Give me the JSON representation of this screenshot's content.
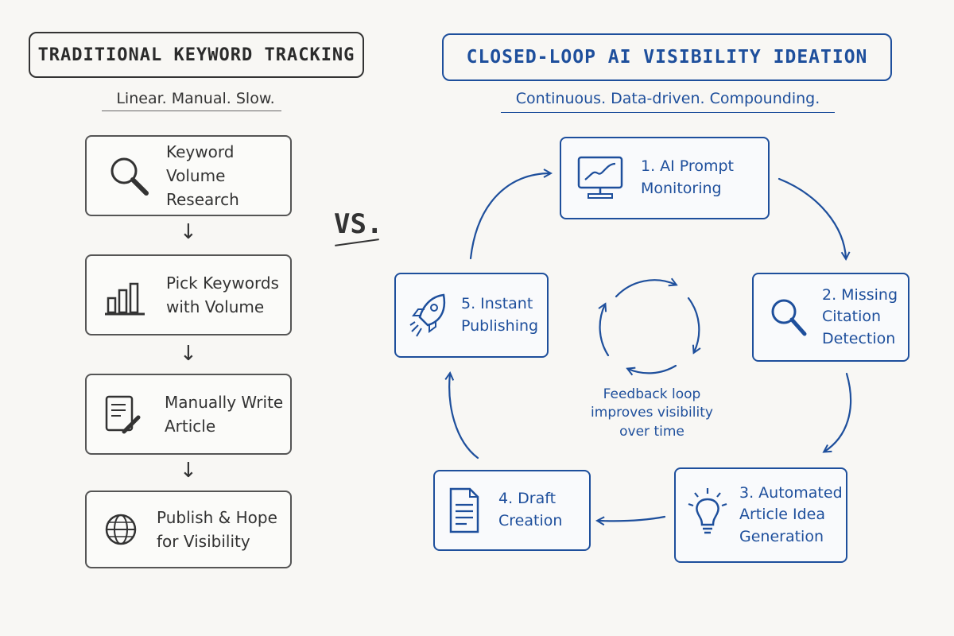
{
  "left": {
    "title": "Traditional Keyword Tracking",
    "subtitle": "Linear. Manual. Slow.",
    "steps": [
      {
        "label": "Keyword\nVolume Research",
        "icon": "magnifier-icon"
      },
      {
        "label": "Pick Keywords\nwith Volume",
        "icon": "bar-chart-icon"
      },
      {
        "label": "Manually Write\nArticle",
        "icon": "document-pencil-icon"
      },
      {
        "label": "Publish & Hope\nfor Visibility",
        "icon": "globe-icon"
      }
    ],
    "arrow_glyph": "↓"
  },
  "vs_label": "VS.",
  "right": {
    "title": "Closed-Loop AI Visibility Ideation",
    "subtitle": "Continuous. Data-driven. Compounding.",
    "steps": [
      {
        "label": "1. AI Prompt\nMonitoring",
        "icon": "monitor-chart-icon"
      },
      {
        "label": "2. Missing\nCitation\nDetection",
        "icon": "magnifier-icon"
      },
      {
        "label": "3. Automated\nArticle Idea\nGeneration",
        "icon": "lightbulb-icon"
      },
      {
        "label": "4. Draft\nCreation",
        "icon": "document-icon"
      },
      {
        "label": "5. Instant\nPublishing",
        "icon": "rocket-icon"
      }
    ],
    "center_text": "Feedback loop\nimproves visibility\nover time"
  },
  "colors": {
    "background": "#f8f7f4",
    "left_ink": "#333333",
    "right_ink": "#1e4f9c"
  }
}
